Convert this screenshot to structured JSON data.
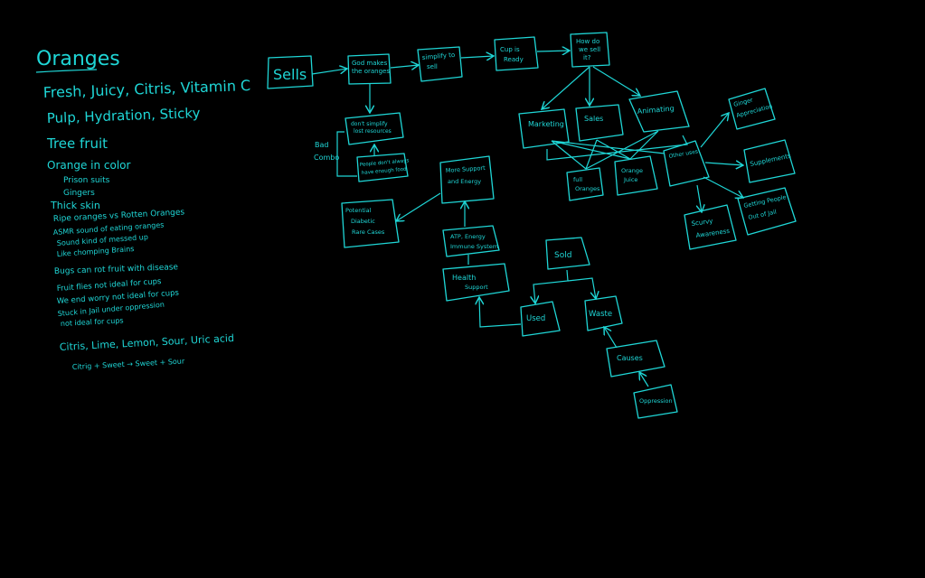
{
  "notes": {
    "title": "Oranges",
    "lines": [
      "Fresh, Juicy, Citris, Vitamin C",
      "Pulp, Hydration, Sticky",
      "Tree fruit",
      "Orange in color",
      "Prison suits",
      "Gingers",
      "Thick skin",
      "Ripe oranges vs Rotten Oranges",
      "ASMR sound of eating oranges",
      "Sound kind of messed up",
      "Like chomping Brains",
      "Bugs can rot fruit with disease",
      "Fruit flies not ideal for cups",
      "We end worry not ideal for cups",
      "Stuck in Jail under oppression",
      "not ideal for cups",
      "Citris, Lime, Lemon, Sour, Uric acid",
      "Citrig + Sweet → Sweet + Sour"
    ]
  },
  "nodes": {
    "sells": [
      "Sells"
    ],
    "god": [
      "God makes",
      "the oranges"
    ],
    "simplify": [
      "simplify to",
      "sell"
    ],
    "cup": [
      "Cup is",
      "Ready"
    ],
    "how": [
      "How do",
      "we sell",
      "it?"
    ],
    "dont": [
      "don't simplify",
      "lost resources"
    ],
    "people": [
      "People don't always",
      "have enough food"
    ],
    "bad_combo": [
      "Bad",
      "Combo"
    ],
    "marketing": [
      "Marketing"
    ],
    "sales": [
      "Sales"
    ],
    "animating": [
      "Animating"
    ],
    "full": [
      "full",
      "Oranges"
    ],
    "juice": [
      "Orange",
      "Juice"
    ],
    "other": [
      "Other uses"
    ],
    "ginger": [
      "Ginger",
      "Appreciation"
    ],
    "supplements": [
      "Supplements"
    ],
    "jail": [
      "Getting People",
      "Out of Jail"
    ],
    "scurvy": [
      "Scurvy",
      "Awareness"
    ],
    "support": [
      "More Support",
      "and Energy"
    ],
    "diabetic": [
      "Potential",
      "Diabetic",
      "Rare Cases"
    ],
    "atp": [
      "ATP, Energy",
      "Immune System"
    ],
    "health": [
      "Health",
      "Support"
    ],
    "sold": [
      "Sold"
    ],
    "used": [
      "Used"
    ],
    "waste": [
      "Waste"
    ],
    "causes": [
      "Causes"
    ],
    "oppression": [
      "Oppression"
    ]
  },
  "colors": {
    "ink": "#1fd6d6",
    "background": "#000000"
  }
}
